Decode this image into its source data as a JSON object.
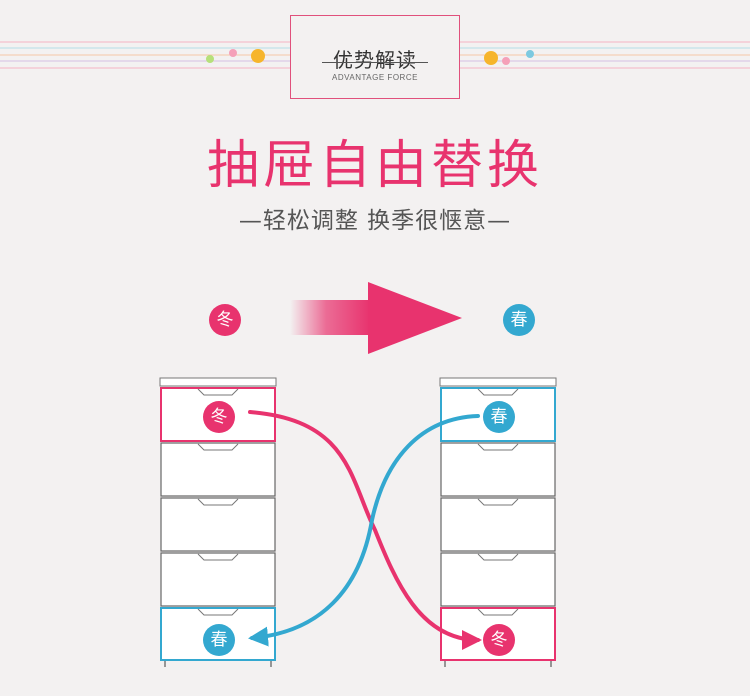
{
  "header": {
    "title": "优势解读",
    "subtitle": "ADVANTAGE FORCE"
  },
  "main": {
    "title": "抽屉自由替换",
    "subtitle": "—轻松调整 换季很惬意—"
  },
  "seasons": {
    "winter": "冬",
    "spring": "春"
  },
  "colors": {
    "pink": "#e8336e",
    "blue": "#33a8d0",
    "background": "#f3f1f1"
  },
  "icons": {
    "arrow": "right-arrow-icon",
    "swap": "swap-arrows-icon"
  }
}
